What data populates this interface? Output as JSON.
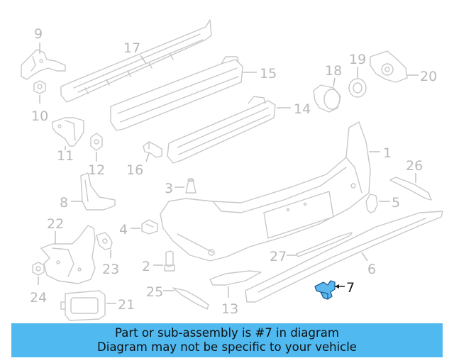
{
  "banner": {
    "line1": "Part or sub-assembly is #7 in diagram",
    "line2": "Diagram may not be specific to your vehicle"
  },
  "highlighted_callout": "7",
  "colors": {
    "banner_bg": "#4fb9f0",
    "highlight_fill": "#5bb8ee",
    "part_stroke": "#c8c8c8",
    "label_gray": "#b8b8b8",
    "highlight_label": "#1a1a1a"
  },
  "callouts": {
    "c1": "1",
    "c2": "2",
    "c3": "3",
    "c4": "4",
    "c5": "5",
    "c6": "6",
    "c7": "7",
    "c8": "8",
    "c9": "9",
    "c10": "10",
    "c11": "11",
    "c12": "12",
    "c13": "13",
    "c14": "14",
    "c15": "15",
    "c16": "16",
    "c17": "17",
    "c18": "18",
    "c19": "19",
    "c20": "20",
    "c21": "21",
    "c22": "22",
    "c23": "23",
    "c24": "24",
    "c25": "25",
    "c26": "26",
    "c27": "27"
  }
}
